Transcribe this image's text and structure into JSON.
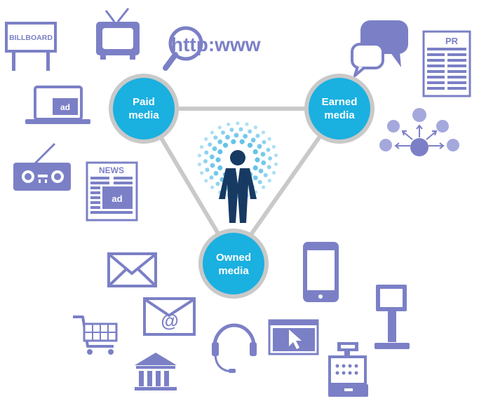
{
  "nodes": {
    "paid": {
      "line1": "Paid",
      "line2": "media"
    },
    "earned": {
      "line1": "Earned",
      "line2": "media"
    },
    "owned": {
      "line1": "Owned",
      "line2": "media"
    }
  },
  "icons": {
    "billboard_text": "BILLBOARD",
    "laptop_ad_text": "ad",
    "newspaper_header": "NEWS",
    "newspaper_ad_text": "ad",
    "web_text": "http:www",
    "pr_text": "PR",
    "email_at": "@"
  },
  "colors": {
    "accent": "#1ab0e0",
    "icon": "#7b80c6",
    "person": "#173a63",
    "halo": "#5cc0e8",
    "line": "#c9c9c9"
  }
}
